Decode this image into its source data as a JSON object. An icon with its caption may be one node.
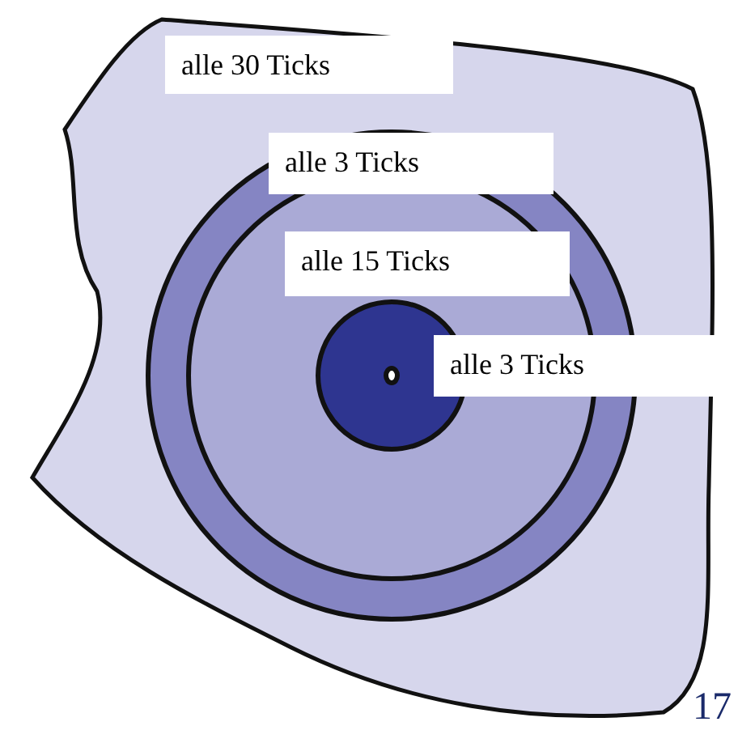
{
  "diagram": {
    "nodes": [
      {
        "text": [
          "alle 30 Ticks"
        ]
      },
      {
        "text": [
          "alle 3 Ticks"
        ],
        "in": 0
      },
      {
        "text": [
          "alle 15 Ticks"
        ],
        "in": 1
      },
      {
        "text": [],
        "shape": "circle",
        "beside": [
          "alle 3 Ticks"
        ],
        "in": 2
      },
      {
        "text": [],
        "shape": "circle",
        "in": 3
      }
    ],
    "labels": [
      "17"
    ]
  }
}
